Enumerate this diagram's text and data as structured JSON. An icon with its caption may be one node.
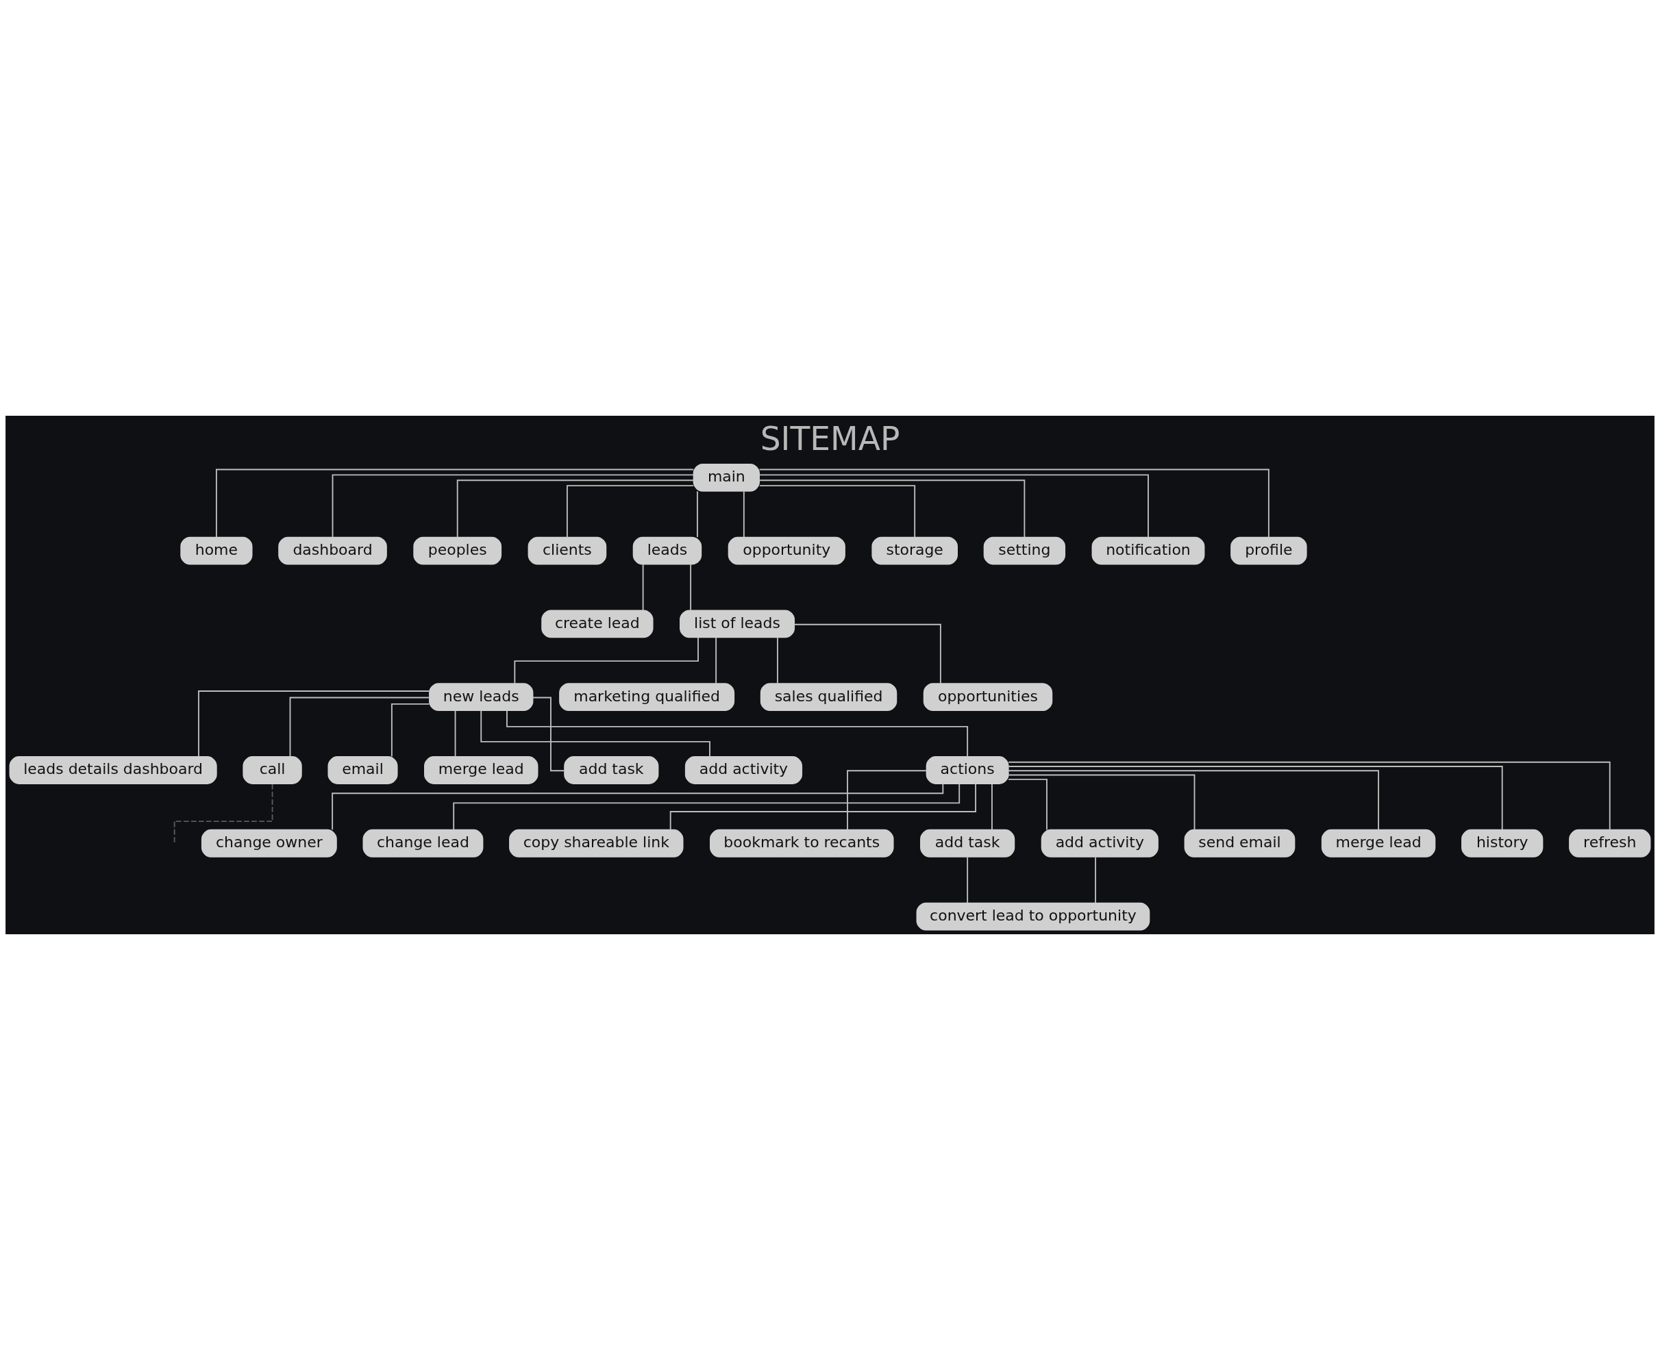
{
  "diagram": {
    "title": "SITEMAP",
    "nodes": [
      {
        "text": [
          "main"
        ]
      },
      {
        "text": [
          "home"
        ]
      },
      {
        "text": [
          "dashboard"
        ]
      },
      {
        "text": [
          "peoples"
        ]
      },
      {
        "text": [
          "clients"
        ]
      },
      {
        "text": [
          "leads"
        ]
      },
      {
        "text": [
          "opportunity"
        ]
      },
      {
        "text": [
          "storage"
        ]
      },
      {
        "text": [
          "setting"
        ]
      },
      {
        "text": [
          "notification"
        ]
      },
      {
        "text": [
          "profile"
        ]
      },
      {
        "text": [
          "create lead"
        ]
      },
      {
        "text": [
          "list of leads"
        ]
      },
      {
        "text": [
          "new leads"
        ]
      },
      {
        "text": [
          "marketing qualified"
        ]
      },
      {
        "text": [
          "sales qualified"
        ]
      },
      {
        "text": [
          "opportunities"
        ]
      },
      {
        "text": [
          "leads details dashboard"
        ]
      },
      {
        "text": [
          "call"
        ]
      },
      {
        "text": [
          "email"
        ]
      },
      {
        "text": [
          "merge lead"
        ]
      },
      {
        "text": [
          "add task"
        ]
      },
      {
        "text": [
          "add activity"
        ]
      },
      {
        "text": [
          "actions"
        ]
      },
      {
        "text": [
          "change owner"
        ]
      },
      {
        "text": [
          "change lead"
        ]
      },
      {
        "text": [
          "copy shareable link"
        ]
      },
      {
        "text": [
          "bookmark to recants"
        ]
      },
      {
        "text": [
          "add task"
        ]
      },
      {
        "text": [
          "add activity"
        ]
      },
      {
        "text": [
          "send email"
        ]
      },
      {
        "text": [
          "merge lead"
        ]
      },
      {
        "text": [
          "history"
        ]
      },
      {
        "text": [
          "refresh"
        ]
      },
      {
        "text": [
          "convert lead to opportunity"
        ]
      }
    ],
    "edges": [
      {
        "from": 0,
        "to": 1,
        "arrow": "none"
      },
      {
        "from": 0,
        "to": 2,
        "arrow": "none"
      },
      {
        "from": 0,
        "to": 3,
        "arrow": "none"
      },
      {
        "from": 0,
        "to": 4,
        "arrow": "none"
      },
      {
        "from": 0,
        "to": 5,
        "arrow": "none"
      },
      {
        "from": 0,
        "to": 6,
        "arrow": "none"
      },
      {
        "from": 0,
        "to": 7,
        "arrow": "none"
      },
      {
        "from": 0,
        "to": 8,
        "arrow": "none"
      },
      {
        "from": 0,
        "to": 9,
        "arrow": "none"
      },
      {
        "from": 0,
        "to": 10,
        "arrow": "none"
      },
      {
        "from": 5,
        "to": 11,
        "arrow": "none"
      },
      {
        "from": 5,
        "to": 12,
        "arrow": "none"
      },
      {
        "from": 12,
        "to": 13,
        "arrow": "none"
      },
      {
        "from": 12,
        "to": 14,
        "arrow": "none"
      },
      {
        "from": 12,
        "to": 15,
        "arrow": "none"
      },
      {
        "from": 12,
        "to": 16,
        "arrow": "none"
      },
      {
        "from": 13,
        "to": 17,
        "arrow": "none"
      },
      {
        "from": 13,
        "to": 18,
        "arrow": "none"
      },
      {
        "from": 13,
        "to": 19,
        "arrow": "none"
      },
      {
        "from": 13,
        "to": 20,
        "arrow": "none"
      },
      {
        "from": 13,
        "to": 21,
        "arrow": "none"
      },
      {
        "from": 13,
        "to": 22,
        "arrow": "none"
      },
      {
        "from": 13,
        "to": 23,
        "arrow": "none"
      },
      {
        "from": 23,
        "to": 24,
        "arrow": "none"
      },
      {
        "from": 23,
        "to": 25,
        "arrow": "none"
      },
      {
        "from": 23,
        "to": 26,
        "arrow": "none"
      },
      {
        "from": 23,
        "to": 27,
        "arrow": "none"
      },
      {
        "from": 23,
        "to": 28,
        "arrow": "none"
      },
      {
        "from": 23,
        "to": 29,
        "arrow": "none"
      },
      {
        "from": 23,
        "to": 30,
        "arrow": "none"
      },
      {
        "from": 23,
        "to": 31,
        "arrow": "none"
      },
      {
        "from": 23,
        "to": 32,
        "arrow": "none"
      },
      {
        "from": 23,
        "to": 33,
        "arrow": "none"
      },
      {
        "from": 28,
        "to": 34,
        "arrow": "none"
      },
      {
        "from": 29,
        "to": 34,
        "arrow": "none"
      },
      {
        "from": 18,
        "to": null,
        "arrow": "none",
        "style": "dashed",
        "color": "#5a5a5a"
      }
    ]
  }
}
